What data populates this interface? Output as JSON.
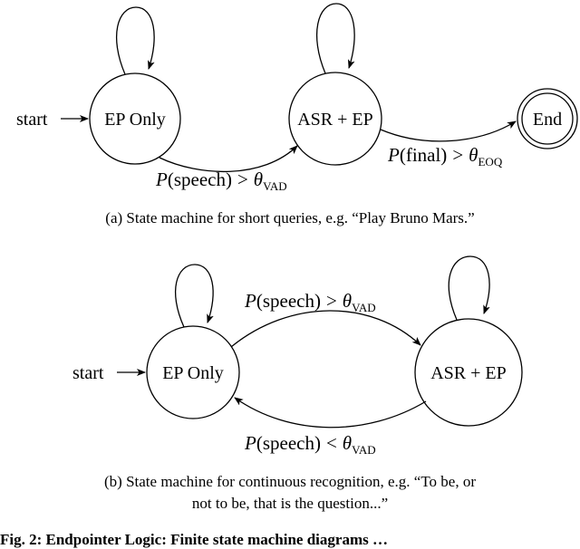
{
  "figure_a": {
    "start_label": "start",
    "states": {
      "ep_only": "EP Only",
      "asr_ep": "ASR + EP",
      "end": "End"
    },
    "transitions": {
      "ep_to_asr": {
        "prob": "P",
        "arg": "(speech)",
        "op": ">",
        "theta": "θ",
        "sub": "VAD"
      },
      "asr_to_end": {
        "prob": "P",
        "arg": "(final)",
        "op": ">",
        "theta": "θ",
        "sub": "EOQ"
      }
    },
    "caption": "(a) State machine for short queries, e.g. “Play Bruno Mars.”"
  },
  "figure_b": {
    "start_label": "start",
    "states": {
      "ep_only": "EP Only",
      "asr_ep": "ASR + EP"
    },
    "transitions": {
      "ep_to_asr": {
        "prob": "P",
        "arg": "(speech)",
        "op": ">",
        "theta": "θ",
        "sub": "VAD"
      },
      "asr_to_ep": {
        "prob": "P",
        "arg": "(speech)",
        "op": "<",
        "theta": "θ",
        "sub": "VAD"
      }
    },
    "caption_line1": "(b) State machine for continuous recognition, e.g. “To be, or",
    "caption_line2": "not to be, that is the question...”"
  },
  "footer_text": "Fig. 2: Endpointer Logic: Finite state machine diagrams …"
}
